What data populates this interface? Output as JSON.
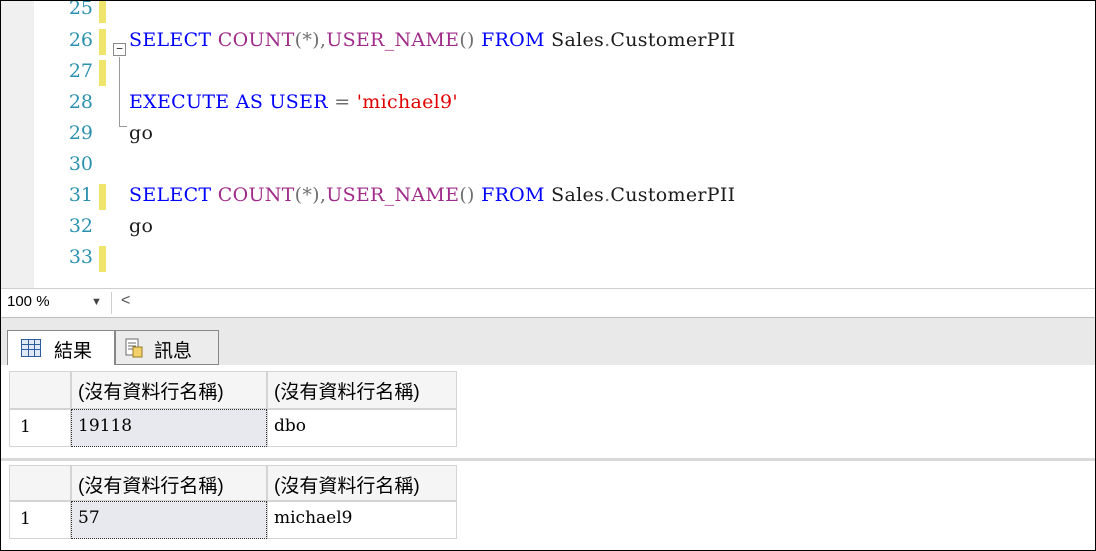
{
  "editor": {
    "lines": [
      {
        "num": "25",
        "segments": []
      },
      {
        "num": "26",
        "segments": [
          {
            "cls": "kw",
            "text": "SELECT "
          },
          {
            "cls": "fn",
            "text": "COUNT"
          },
          {
            "cls": "gray",
            "text": "(*),"
          },
          {
            "cls": "fn",
            "text": "USER_NAME"
          },
          {
            "cls": "gray",
            "text": "() "
          },
          {
            "cls": "kw",
            "text": "FROM "
          },
          {
            "cls": "obj",
            "text": "Sales"
          },
          {
            "cls": "gray",
            "text": "."
          },
          {
            "cls": "obj",
            "text": "CustomerPII"
          }
        ]
      },
      {
        "num": "27",
        "segments": []
      },
      {
        "num": "28",
        "segments": [
          {
            "cls": "kw",
            "text": "EXECUTE AS USER "
          },
          {
            "cls": "gray",
            "text": "= "
          },
          {
            "cls": "str",
            "text": "'michael9'"
          }
        ]
      },
      {
        "num": "29",
        "segments": [
          {
            "cls": "obj",
            "text": "go"
          }
        ]
      },
      {
        "num": "30",
        "segments": []
      },
      {
        "num": "31",
        "segments": [
          {
            "cls": "kw",
            "text": "SELECT "
          },
          {
            "cls": "fn",
            "text": "COUNT"
          },
          {
            "cls": "gray",
            "text": "(*),"
          },
          {
            "cls": "fn",
            "text": "USER_NAME"
          },
          {
            "cls": "gray",
            "text": "() "
          },
          {
            "cls": "kw",
            "text": "FROM "
          },
          {
            "cls": "obj",
            "text": "Sales"
          },
          {
            "cls": "gray",
            "text": "."
          },
          {
            "cls": "obj",
            "text": "CustomerPII"
          }
        ]
      },
      {
        "num": "32",
        "segments": [
          {
            "cls": "obj",
            "text": "go"
          }
        ]
      },
      {
        "num": "33",
        "segments": []
      }
    ],
    "collapse_glyph": "−"
  },
  "zoom": {
    "value": "100 %",
    "dropdown_glyph": "▼",
    "scroll_left_glyph": "<"
  },
  "tabs": {
    "results_label": "結果",
    "messages_label": "訊息"
  },
  "results": {
    "grids": [
      {
        "headers": [
          "(沒有資料行名稱)",
          "(沒有資料行名稱)"
        ],
        "rows": [
          {
            "num": "1",
            "cells": [
              "19118",
              "dbo"
            ]
          }
        ]
      },
      {
        "headers": [
          "(沒有資料行名稱)",
          "(沒有資料行名稱)"
        ],
        "rows": [
          {
            "num": "1",
            "cells": [
              "57",
              "michael9"
            ]
          }
        ]
      }
    ]
  },
  "colors": {
    "keyword": "#0000ff",
    "function": "#a02c8a",
    "string": "#e00000",
    "line_number": "#2b91af",
    "change_marker": "#f0e56c"
  }
}
